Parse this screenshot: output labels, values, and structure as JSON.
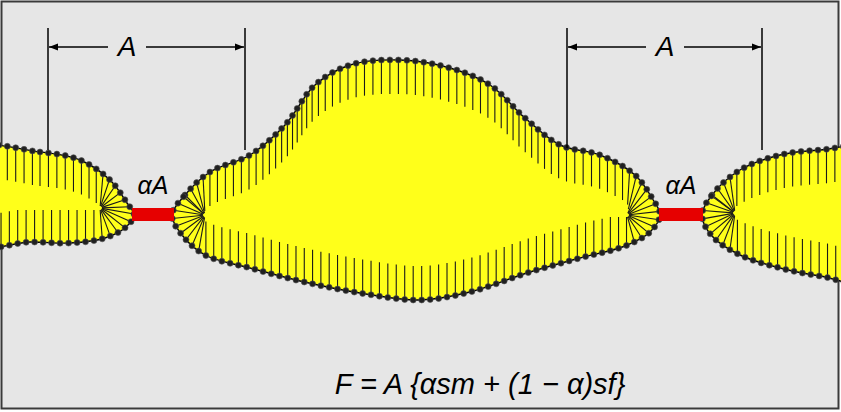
{
  "diagram": {
    "labels": [
      "A",
      "A",
      "αA",
      "αA",
      "F = A {αsm + (1 − α)sf}"
    ]
  }
}
